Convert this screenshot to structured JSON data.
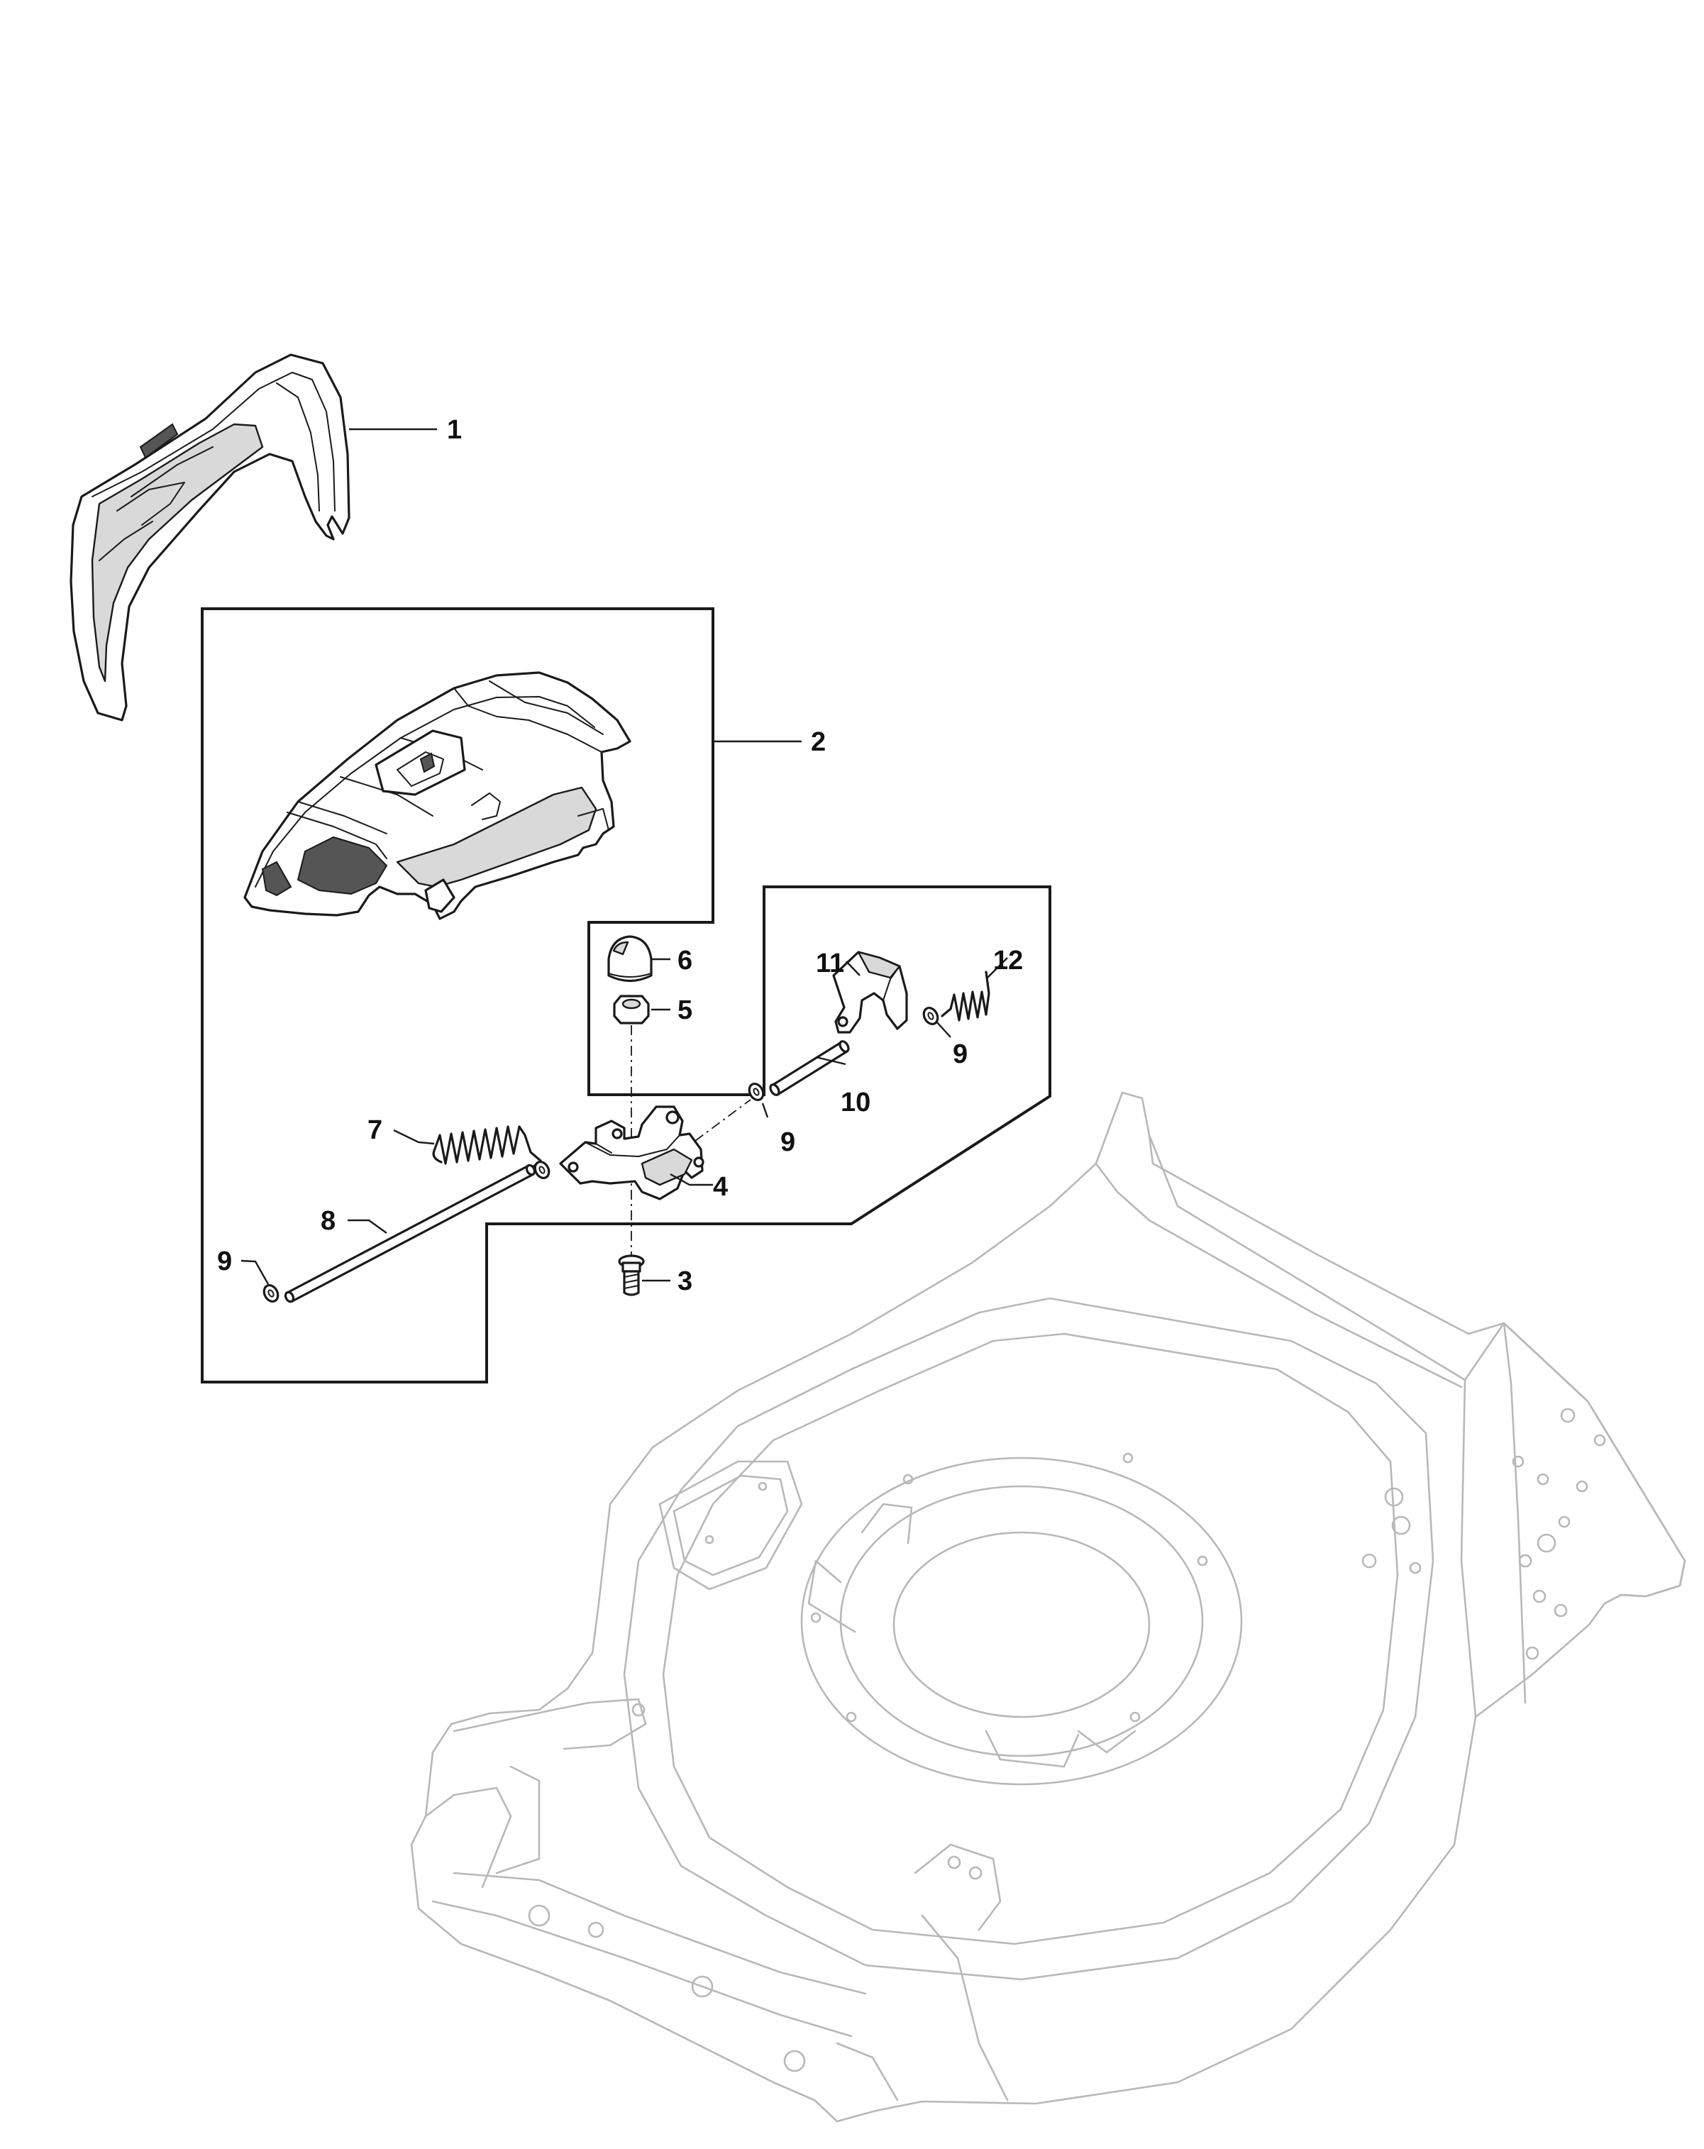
{
  "callouts": {
    "p1": "1",
    "p2": "2",
    "p3": "3",
    "p4": "4",
    "p5": "5",
    "p6": "6",
    "p7": "7",
    "p8": "8",
    "p9a": "9",
    "p9b": "9",
    "p9c": "9",
    "p10": "10",
    "p11": "11",
    "p12": "12"
  }
}
